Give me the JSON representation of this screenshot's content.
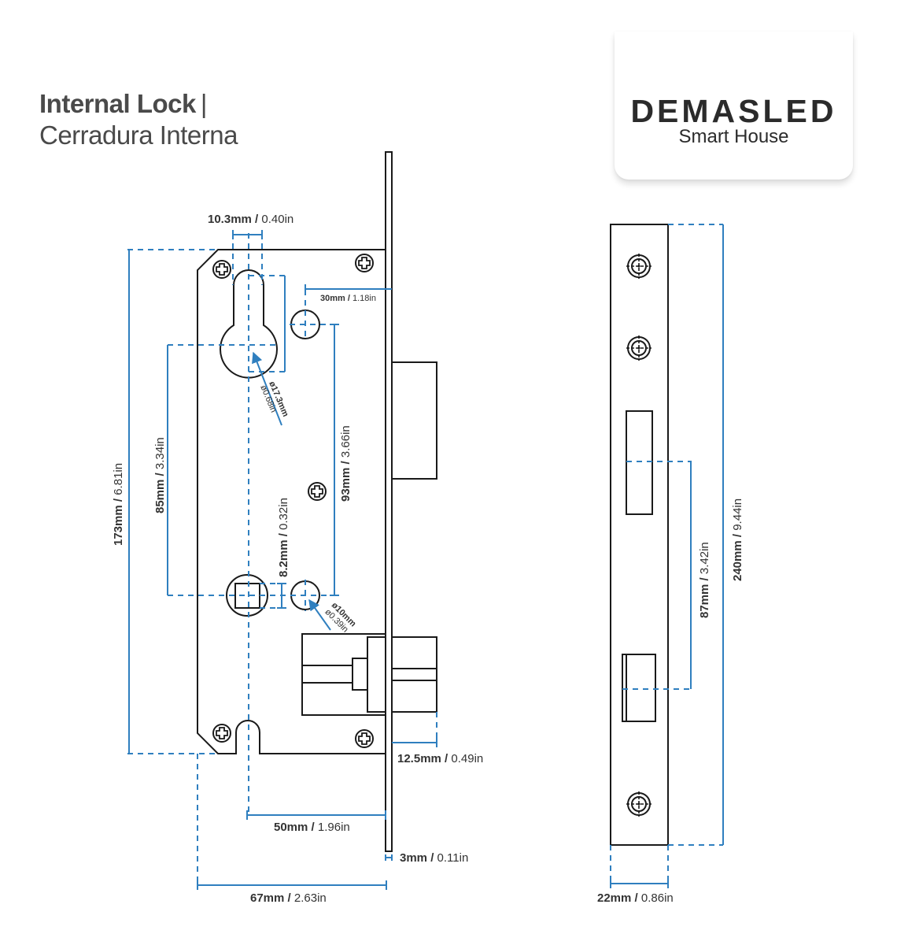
{
  "header": {
    "title_en": "Internal Lock",
    "separator": "|",
    "title_es": "Cerradura Interna"
  },
  "brand": {
    "name": "DEMASLED",
    "tagline": "Smart House"
  },
  "colors": {
    "dimension_blue": "#2f7fbf",
    "outline": "#1a1a1a",
    "text": "#333333",
    "title": "#4a4a4a"
  },
  "front_view": {
    "dimensions": {
      "keyhole_width": {
        "mm": "10.3mm",
        "in": "0.40in"
      },
      "hole_offset": {
        "mm": "30mm",
        "in": "1.18in"
      },
      "keyhole_diameter": {
        "mm": "ø17.3mm",
        "in": "ø0.68in"
      },
      "body_height": {
        "mm": "173mm",
        "in": "6.81in"
      },
      "keyhole_to_spindle": {
        "mm": "85mm",
        "in": "3.34in"
      },
      "hole_spacing": {
        "mm": "93mm",
        "in": "3.66in"
      },
      "spindle_square": {
        "mm": "8.2mm",
        "in": "0.32in"
      },
      "hole_diameter": {
        "mm": "ø10mm",
        "in": "ø0.39in"
      },
      "latch_projection": {
        "mm": "12.5mm",
        "in": "0.49in"
      },
      "backset": {
        "mm": "50mm",
        "in": "1.96in"
      },
      "faceplate_thickness": {
        "mm": "3mm",
        "in": "0.11in"
      },
      "total_depth": {
        "mm": "67mm",
        "in": "2.63in"
      }
    },
    "separator": " / "
  },
  "side_view": {
    "dimensions": {
      "faceplate_height": {
        "mm": "240mm",
        "in": "9.44in"
      },
      "bolt_to_latch": {
        "mm": "87mm",
        "in": "3.42in"
      },
      "faceplate_width": {
        "mm": "22mm",
        "in": "0.86in"
      }
    },
    "separator": " / "
  }
}
